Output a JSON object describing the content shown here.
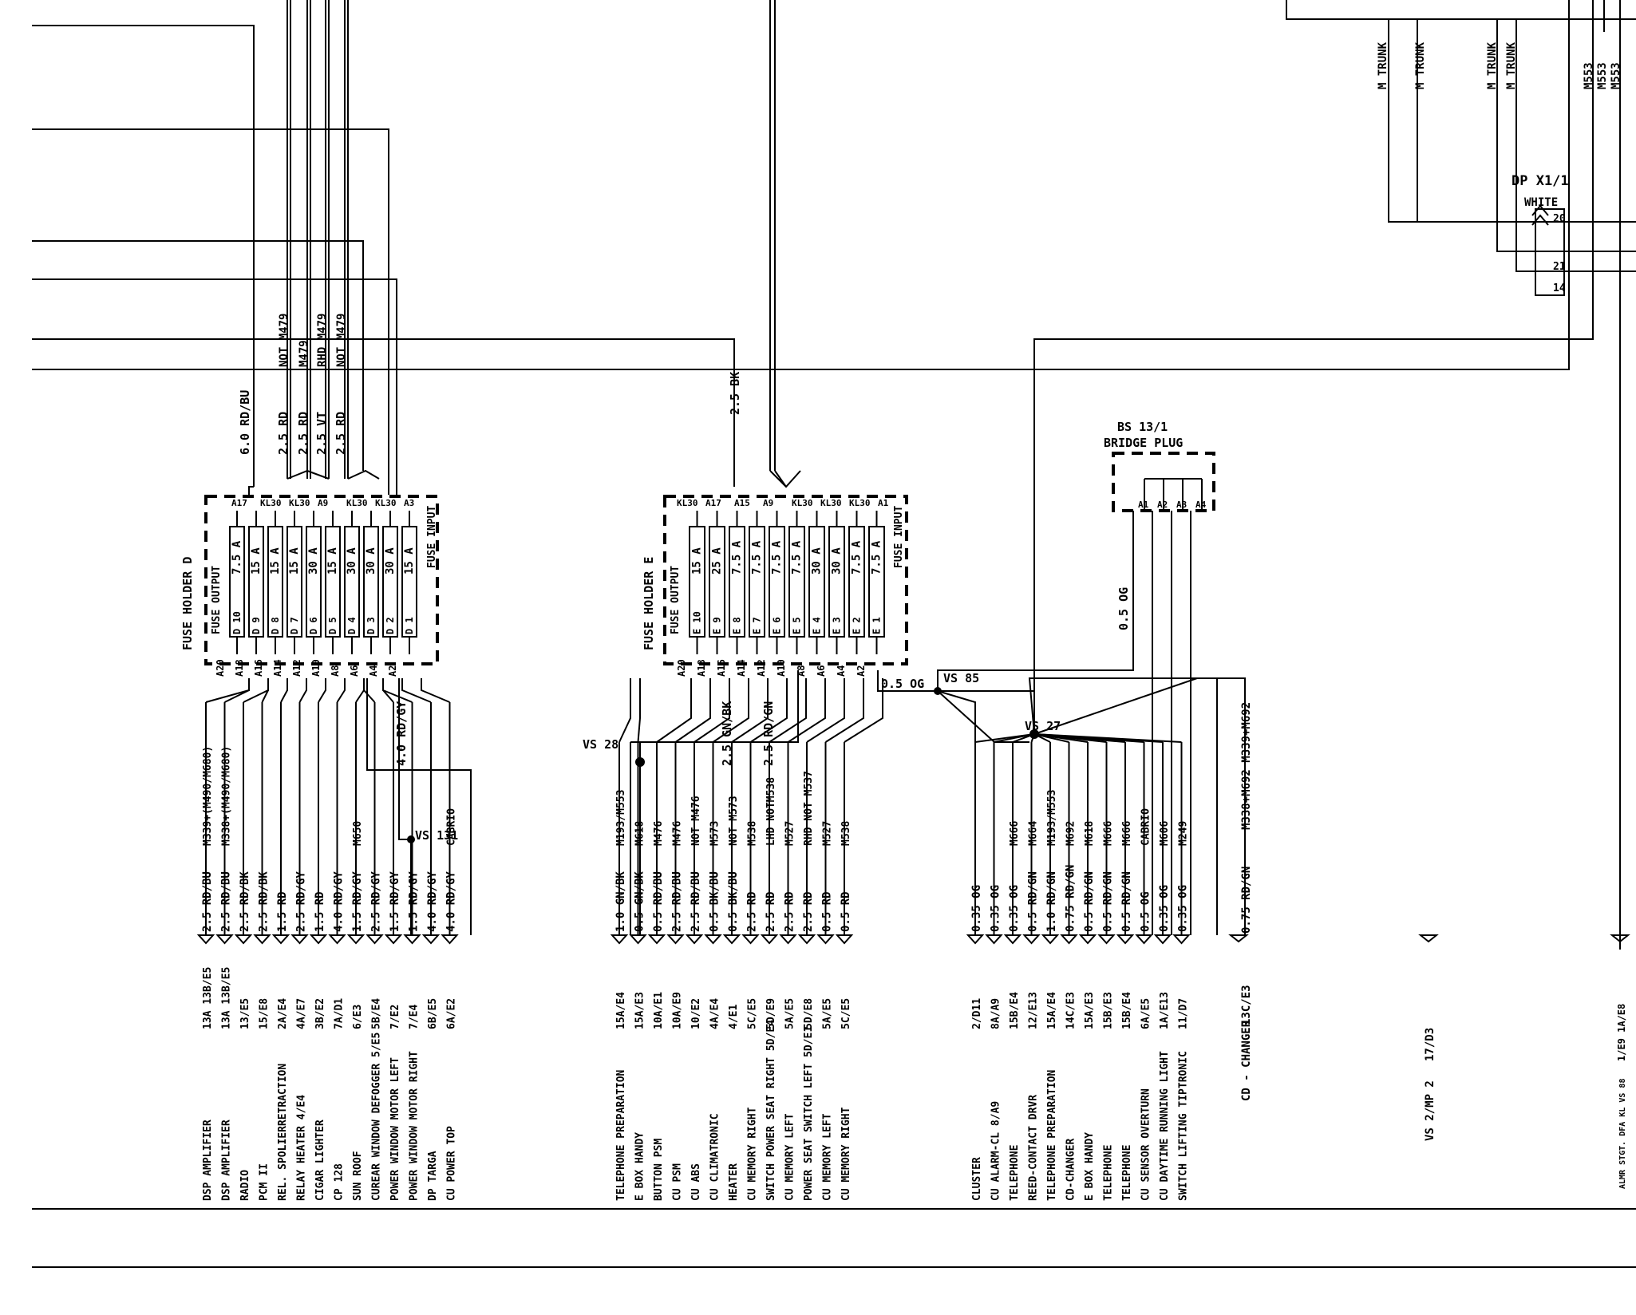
{
  "fuse_holder_d": {
    "title": "FUSE HOLDER D",
    "output_label": "FUSE OUTPUT",
    "input_label": "FUSE INPUT",
    "fuses": [
      {
        "id": "D 10",
        "amp": "7.5 A"
      },
      {
        "id": "D 9",
        "amp": "15 A"
      },
      {
        "id": "D 8",
        "amp": "15 A"
      },
      {
        "id": "D 7",
        "amp": "15 A"
      },
      {
        "id": "D 6",
        "amp": "30 A"
      },
      {
        "id": "D 5",
        "amp": "15 A"
      },
      {
        "id": "D 4",
        "amp": "30 A"
      },
      {
        "id": "D 3",
        "amp": "30 A"
      },
      {
        "id": "D 2",
        "amp": "30 A"
      },
      {
        "id": "D 1",
        "amp": "15 A"
      }
    ],
    "top_pins": [
      "A17",
      "KL30",
      "KL30",
      "A9",
      "KL30",
      "KL30",
      "A3"
    ],
    "bottom_pins": [
      "A20",
      "A18",
      "A16",
      "A14",
      "A12",
      "A10",
      "A8",
      "A6",
      "A4",
      "A2"
    ]
  },
  "fuse_holder_e": {
    "title": "FUSE HOLDER E",
    "output_label": "FUSE OUTPUT",
    "input_label": "FUSE INPUT",
    "fuses": [
      {
        "id": "E 10",
        "amp": "15 A"
      },
      {
        "id": "E 9",
        "amp": "25 A"
      },
      {
        "id": "E 8",
        "amp": "7.5 A"
      },
      {
        "id": "E 7",
        "amp": "7.5 A"
      },
      {
        "id": "E 6",
        "amp": "7.5 A"
      },
      {
        "id": "E 5",
        "amp": "7.5 A"
      },
      {
        "id": "E 4",
        "amp": "30 A"
      },
      {
        "id": "E 3",
        "amp": "30 A"
      },
      {
        "id": "E 2",
        "amp": "7.5 A"
      },
      {
        "id": "E 1",
        "amp": "7.5 A"
      }
    ],
    "top_pins": [
      "KL30",
      "A17",
      "A15",
      "A9",
      "KL30",
      "KL30",
      "KL30",
      "A1"
    ],
    "bottom_pins": [
      "A20",
      "A18",
      "A16",
      "A14",
      "A12",
      "A10",
      "A8",
      "A6",
      "A4",
      "A2"
    ]
  },
  "bridge_plug": {
    "title": "BS 13/1",
    "subtitle": "BRIDGE PLUG",
    "pins": [
      "A1",
      "A2",
      "A3",
      "A4"
    ]
  },
  "connector": {
    "title": "DP X1/1",
    "color": "WHITE",
    "pins": [
      "20",
      "21",
      "14"
    ]
  },
  "splices": {
    "vs28": "VS 28",
    "vs85": "VS 85",
    "vs27": "VS 27",
    "vs131": "VS 131"
  },
  "d_feed_wires": [
    "6.0 RD/BU",
    "2.5 RD",
    "2.5 RD",
    "2.5 VT",
    "2.5 RD"
  ],
  "d_feed_notes": [
    "NOT M479",
    "M479",
    "RHD M479",
    "NOT M479"
  ],
  "e_feed_wires": [
    "2.5 BK"
  ],
  "e_out_wires": [
    "2.5 GN/BK",
    "2.5 RD/GN"
  ],
  "d_misc_wires": [
    "4.0 RD/GY"
  ],
  "vs85_wires": [
    "0.5 OG",
    "0.5 OG"
  ],
  "top_right_labels": [
    "M TRUNK",
    "M TRUNK",
    "M TRUNK",
    "M TRUNK",
    "M553",
    "M553",
    "M553"
  ],
  "d_circuits": [
    {
      "wire": "2.5 RD/BU",
      "opt": "M339+(M490/M680)",
      "dest": "DSP AMPLIFIER",
      "ref": "13A 13B/E5"
    },
    {
      "wire": "2.5 RD/BU",
      "opt": "M338+(M490/M680)",
      "dest": "DSP AMPLIFIER",
      "ref": "13A 13B/E5"
    },
    {
      "wire": "2.5 RD/BK",
      "opt": "",
      "dest": "RADIO",
      "ref": "13/E5"
    },
    {
      "wire": "2.5 RD/BK",
      "opt": "",
      "dest": "PCM II",
      "ref": "15/E8"
    },
    {
      "wire": "1.5 RD",
      "opt": "",
      "dest": "REL. SPOLIERRETRACTION",
      "ref": "2A/E4"
    },
    {
      "wire": "2.5 RD/GY",
      "opt": "",
      "dest": "RELAY HEATER 4/E4",
      "ref": "4A/E7"
    },
    {
      "wire": "1.5 RD",
      "opt": "",
      "dest": "CIGAR LIGHTER",
      "ref": "3B/E2"
    },
    {
      "wire": "4.0 RD/GY",
      "opt": "",
      "dest": "CP 128",
      "ref": "7A/D1"
    },
    {
      "wire": "1.5 RD/GY",
      "opt": "M650",
      "dest": "SUN ROOF",
      "ref": "6/E3"
    },
    {
      "wire": "2.5 RD/GY",
      "opt": "",
      "dest": "CUREAR WINDOW DEFOGGER 5/E5",
      "ref": "5B/E4"
    },
    {
      "wire": "1.5 RD/GY",
      "opt": "",
      "dest": "POWER WINDOW MOTOR LEFT",
      "ref": "7/E2"
    },
    {
      "wire": "1.5 RD/GY",
      "opt": "",
      "dest": "POWER WINDOW MOTOR RIGHT",
      "ref": "7/E4"
    },
    {
      "wire": "4.0 RD/GY",
      "opt": "",
      "dest": "DP TARGA",
      "ref": "6B/E5"
    },
    {
      "wire": "4.0 RD/GY",
      "opt": "CABRIO",
      "dest": "CU POWER TOP",
      "ref": "6A/E2"
    }
  ],
  "e_circuits": [
    {
      "wire": "1.0 GN/BK",
      "opt": "M193/M553",
      "dest": "TELEPHONE PREPARATION",
      "ref": "15A/E4"
    },
    {
      "wire": "0.5 GN/BK",
      "opt": "M618",
      "dest": "E BOX HANDY",
      "ref": "15A/E3"
    },
    {
      "wire": "0.5 RD/BU",
      "opt": "M476",
      "dest": "BUTTON PSM",
      "ref": "10A/E1"
    },
    {
      "wire": "2.5 RD/BU",
      "opt": "M476",
      "dest": "CU PSM",
      "ref": "10A/E9"
    },
    {
      "wire": "2.5 RD/BU",
      "opt": "NOT M476",
      "dest": "CU ABS",
      "ref": "10/E2"
    },
    {
      "wire": "0.5 BK/BU",
      "opt": "M573",
      "dest": "CU CLIMATRONIC",
      "ref": "4A/E4"
    },
    {
      "wire": "0.5 BK/BU",
      "opt": "NOT M573",
      "dest": "HEATER",
      "ref": "4/E1"
    },
    {
      "wire": "2.5 RD",
      "opt": "M538",
      "dest": "CU MEMORY RIGHT",
      "ref": "5C/E5"
    },
    {
      "wire": "2.5 RD",
      "opt": "LHD NOTM538",
      "dest": "SWITCH POWER SEAT RIGHT 5D/E4",
      "ref": "5D/E9"
    },
    {
      "wire": "2.5 RD",
      "opt": "M527",
      "dest": "CU MEMORY LEFT",
      "ref": "5A/E5"
    },
    {
      "wire": "2.5 RD",
      "opt": "RHD NOT M537",
      "dest": "POWER SEAT SWITCH LEFT 5D/E1",
      "ref": "5D/E8"
    },
    {
      "wire": "0.5 RD",
      "opt": "M527",
      "dest": "CU MEMORY LEFT",
      "ref": "5A/E5"
    },
    {
      "wire": "0.5 RD",
      "opt": "M538",
      "dest": "CU MEMORY RIGHT",
      "ref": "5C/E5"
    }
  ],
  "vs27_circuits": [
    {
      "wire": "0.35 OG",
      "opt": "",
      "dest": "CLUSTER",
      "ref": "2/D11"
    },
    {
      "wire": "0.35 OG",
      "opt": "",
      "dest": "CU ALARM-CL 8/A9",
      "ref": "8A/A9"
    },
    {
      "wire": "0.35 OG",
      "opt": "M666",
      "dest": "TELEPHONE",
      "ref": "15B/E4"
    },
    {
      "wire": "0.5 RD/GN",
      "opt": "M664",
      "dest": "REED-CONTACT DRVR",
      "ref": "12/E13"
    },
    {
      "wire": "1.0 RD/GN",
      "opt": "M193/M553",
      "dest": "TELEPHONE PREPARATION",
      "ref": "15A/E4"
    },
    {
      "wire": "0.75 RD/GN",
      "opt": "M692",
      "dest": "CD-CHANGER",
      "ref": "14C/E3"
    },
    {
      "wire": "0.5 RD/GN",
      "opt": "M618",
      "dest": "E BOX HANDY",
      "ref": "15A/E3"
    },
    {
      "wire": "0.5 RD/GN",
      "opt": "M666",
      "dest": "TELEPHONE",
      "ref": "15B/E3"
    },
    {
      "wire": "0.5 RD/GN",
      "opt": "M666",
      "dest": "TELEPHONE",
      "ref": "15B/E4"
    },
    {
      "wire": "0.5 OG",
      "opt": "CABRIO",
      "dest": "CU SENSOR OVERTURN",
      "ref": "6A/E5"
    },
    {
      "wire": "0.35 OG",
      "opt": "M606",
      "dest": "CU DAYTIME RUNNING LIGHT",
      "ref": "1A/E13"
    },
    {
      "wire": "0.35 OG",
      "opt": "M249",
      "dest": "SWITCH LIFTING TIPTRONIC",
      "ref": "11/D7"
    }
  ],
  "changer_circuit": {
    "wire": "0.75 RD/GN",
    "opt": "M338+M692 M339+M692",
    "dest": "CD - CHANGER",
    "ref": "13C/E3"
  },
  "far_right": [
    {
      "dest": "VS 2/MP 2",
      "ref": "17/D3"
    },
    {
      "dest": "ALMR STGT. DFA KL VS 88",
      "ref": "1/E9 1A/E8"
    }
  ]
}
